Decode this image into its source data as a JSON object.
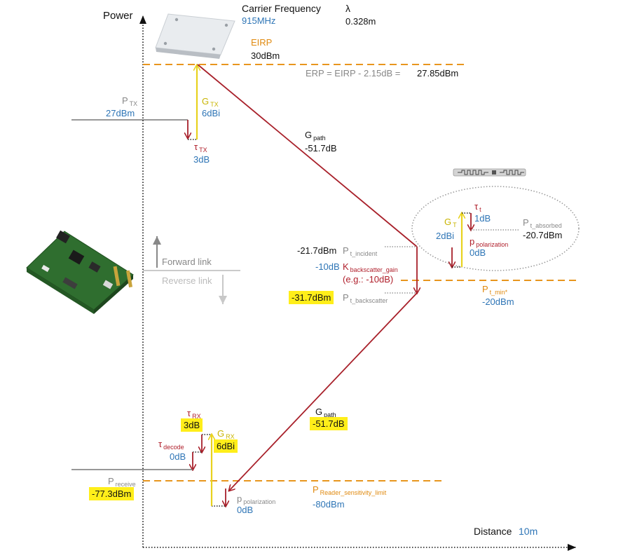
{
  "axes": {
    "y_label": "Power",
    "x_label": "Distance",
    "x_value": "10m"
  },
  "carrier": {
    "label": "Carrier Frequency",
    "value": "915MHz",
    "lambda_symbol": "λ",
    "lambda_value": "0.328m"
  },
  "eirp": {
    "label": "EIRP",
    "value": "30dBm",
    "erp_formula": "ERP = EIRP - 2.15dB =",
    "erp_value": "27.85dBm"
  },
  "ptx": {
    "symbol": "P",
    "sub": "TX",
    "value": "27dBm"
  },
  "gtx": {
    "symbol": "G",
    "sub": "TX",
    "value": "6dBi"
  },
  "tau_tx": {
    "symbol": "τ",
    "sub": "TX",
    "value": "3dB"
  },
  "gpath_fwd": {
    "symbol": "G",
    "sub": "path",
    "value": "-51.7dB"
  },
  "links": {
    "forward": "Forward link",
    "reverse": "Reverse link"
  },
  "tag": {
    "tau_t": {
      "symbol": "τ",
      "sub": "t",
      "value": "1dB"
    },
    "g_t": {
      "symbol": "G",
      "sub": "T",
      "value": "2dBi"
    },
    "p_pol": {
      "symbol": "p",
      "sub": "polarization",
      "value": "0dB"
    },
    "pt_absorbed": {
      "symbol": "P",
      "sub": "t_absorbed",
      "value": "-20.7dBm"
    },
    "pt_incident": {
      "value": "-21.7dBm",
      "symbol": "P",
      "sub": "t_incident"
    },
    "k_backscatter": {
      "value": "-10dB",
      "symbol": "K",
      "sub": "backscatter_gain",
      "example": "(e.g.: -10dB)"
    },
    "pt_backscatter": {
      "value": "-31.7dBm",
      "symbol": "P",
      "sub": "t_backscatter"
    },
    "pt_min": {
      "symbol": "P",
      "sub": "t_min*",
      "value": "-20dBm"
    }
  },
  "gpath_rev": {
    "symbol": "G",
    "sub": "path",
    "value": "-51.7dB"
  },
  "tau_rx": {
    "symbol": "τ",
    "sub": "RX",
    "value": "3dB"
  },
  "grx": {
    "symbol": "G",
    "sub": "RX",
    "value": "6dBi"
  },
  "tau_decode": {
    "symbol": "τ",
    "sub": "decode",
    "value": "0dB"
  },
  "preceive": {
    "symbol": "P",
    "sub": "receive",
    "value": "-77.3dBm"
  },
  "p_pol_rx": {
    "symbol": "p",
    "sub": "polarization",
    "value": "0dB"
  },
  "p_sens": {
    "symbol": "P",
    "sub": "Reader_sensitivity_limit",
    "value": "-80dBm"
  },
  "colors": {
    "dashed_level": "#e8961e",
    "path": "#a8202a",
    "gain": "#e8d21e",
    "highlight": "#ffee1a",
    "value_blue": "#2e75b6"
  }
}
